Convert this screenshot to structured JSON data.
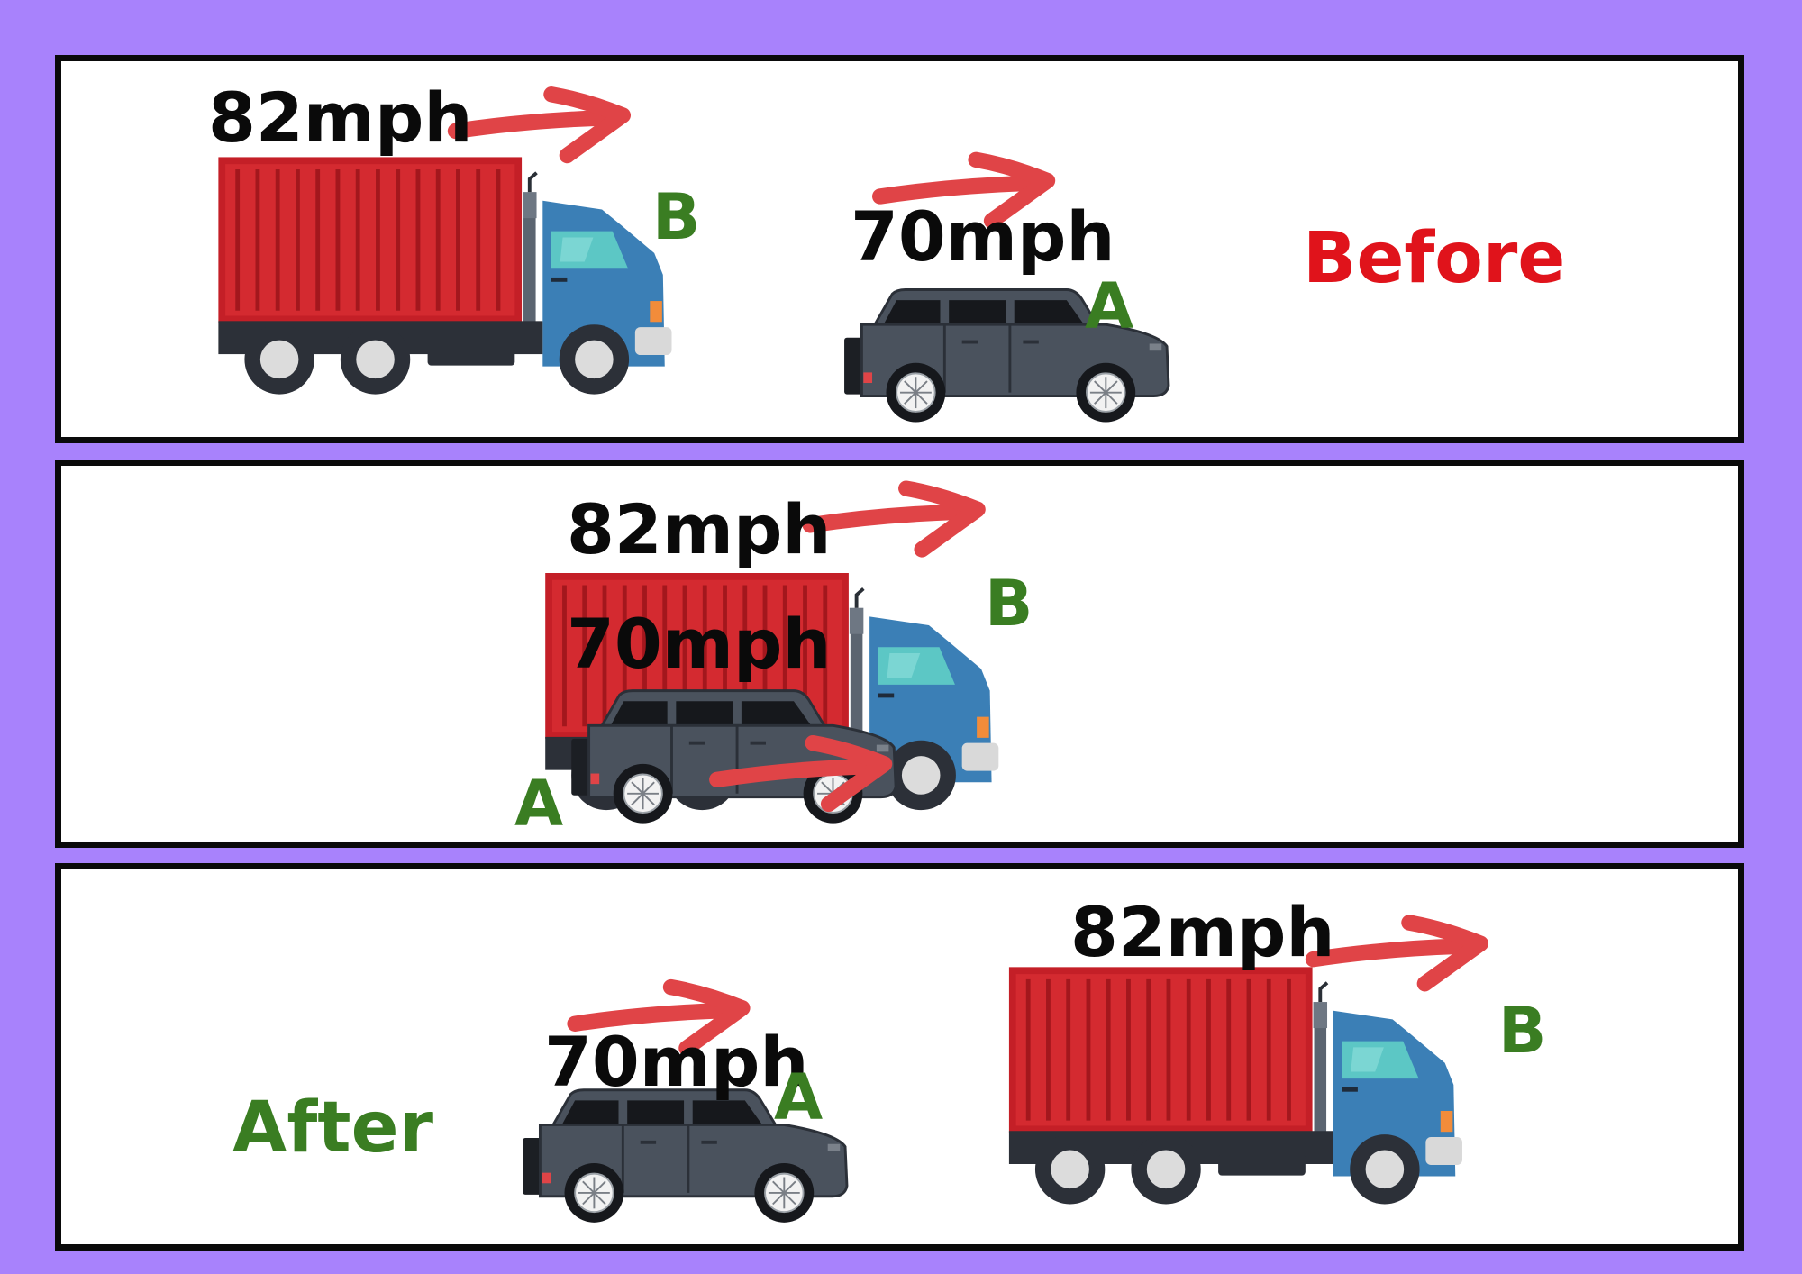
{
  "colors": {
    "background": "#a882fc",
    "arrow": "#e04447",
    "vehicle_label": "#3a7d22",
    "before_text": "#e0131b",
    "after_text": "#3a7d22",
    "truck_container": "#d42a30",
    "truck_cab": "#3b7fb6",
    "suv_body": "#4a525d"
  },
  "panels": [
    {
      "state": "Before",
      "truck_speed": "82mph",
      "suv_speed": "70mph",
      "truck_label": "B",
      "suv_label": "A"
    },
    {
      "state": "",
      "truck_speed": "82mph",
      "suv_speed": "70mph",
      "truck_label": "B",
      "suv_label": "A"
    },
    {
      "state": "After",
      "truck_speed": "82mph",
      "suv_speed": "70mph",
      "truck_label": "B",
      "suv_label": "A"
    }
  ]
}
